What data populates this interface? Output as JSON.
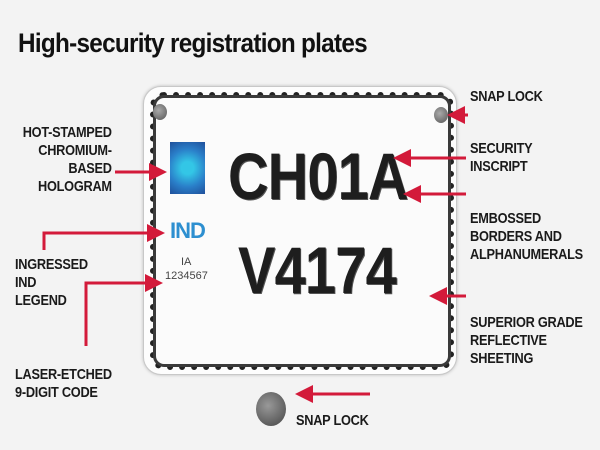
{
  "title": "High-security registration plates",
  "plate": {
    "line1": "CH01A",
    "line2": "V4174",
    "legend": "IND",
    "state_code": "IA",
    "serial": "1234567"
  },
  "labels": {
    "snap_lock_top": "SNAP LOCK",
    "security_inscript": "SECURITY\nINSCRIPT",
    "embossed": "EMBOSSED\nBORDERS AND\nALPHANUMERALS",
    "reflective": "SUPERIOR GRADE\nREFLECTIVE\nSHEETING",
    "snap_lock_bottom": "SNAP LOCK",
    "hologram": "HOT-STAMPED\nCHROMIUM-\nBASED\nHOLOGRAM",
    "ind_legend": "INGRESSED\nIND\nLEGEND",
    "laser_code": "LASER-ETCHED\n9-DIGIT CODE"
  },
  "colors": {
    "arrow": "#d31a3a",
    "legend_blue": "#2d8fd0"
  }
}
